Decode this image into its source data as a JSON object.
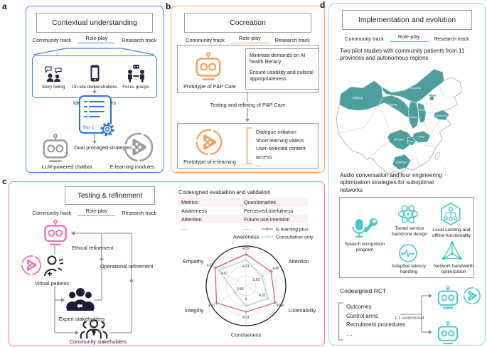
{
  "panels": {
    "a": {
      "letter": "a",
      "accent_color": "#4a7fd5",
      "title": "Contextual understanding",
      "tracks": {
        "community": "Community track",
        "roleplay": "Role-play",
        "research": "Research track"
      },
      "methods": [
        {
          "label": "Story telling",
          "icon": "storytelling-icon"
        },
        {
          "label": "On-site demonstrations",
          "icon": "smartphone-icon"
        },
        {
          "label": "Focus groups",
          "icon": "focus-group-icon"
        }
      ],
      "identifying_label": "Identifying barriers",
      "box_label": "Box 1",
      "dual_label": "Dual pronaged strategies",
      "chatbot_label": "LLM-powered chatbot",
      "elearning_label": "E-learning modules"
    },
    "b": {
      "letter": "b",
      "accent_color": "#f5a05c",
      "title": "Cocreation",
      "tracks": {
        "community": "Community track",
        "roleplay": "Role-play",
        "research": "Research track"
      },
      "prototype1_label": "Prototype of P&P Care",
      "notes": [
        "Minimize demands on AI health literacy",
        "Ensure usability and cultural appropriateness"
      ],
      "arrow_label": "Testing and refining of P&P Care",
      "prototype2_label": "Prototype of e-learning",
      "features": [
        "Dialogue initiation",
        "Short learning videos",
        "User-selected content access",
        "...."
      ]
    },
    "c": {
      "letter": "c",
      "accent_color": "#f06eb2",
      "title": "Testing & refinement",
      "tracks": {
        "community": "Community track",
        "roleplay": "Role-play",
        "research": "Research track"
      },
      "ethical_label": "Ethical refinement",
      "operational_label": "Operational refinement",
      "virtual_label": "Virtual patients",
      "expert_label": "Expert stakeholders",
      "community_label": "Community stakeholders",
      "evaluation_title": "Codesigned evaluation and validatoin",
      "table": {
        "rows": [
          [
            "Metrics",
            "Questionaries"
          ],
          [
            "Awareness",
            "Perceived usefulness"
          ],
          [
            "Attention",
            "Future use intention"
          ],
          [
            "....",
            "....."
          ]
        ]
      }
    },
    "d": {
      "letter": "d",
      "accent_color": "#49c7c8",
      "border_color": "#8edfdd",
      "map_fill": "#4d9e9c",
      "title": "Implementation and evolution",
      "tracks": {
        "community": "Community track",
        "roleplay": "Role-play",
        "research": "Research track"
      },
      "pilot_text": "Two pilot studies with community patients from 11 provinces and autonomous regions",
      "provinces": [
        "Xinjiang",
        "Inner Mongolia",
        "Gansu",
        "Shaanxi",
        "Shanxi",
        "Beijing",
        "Shandong",
        "Sichuan",
        "Chongqing",
        "Hubei",
        "Guangxi"
      ],
      "audio_text": "Audio conversation and four engineering optimization strategies for suboptimal networks",
      "strategies": [
        {
          "label": "Speech recognition program",
          "icon": "microphone-wrench-icon"
        },
        {
          "label": "Tiered service backbone design",
          "icon": "atom-icon"
        },
        {
          "label": "Local caching and offline functionality",
          "icon": "hexagon-cache-icon"
        },
        {
          "label": "Adaptive latency handling",
          "icon": "latency-icon"
        },
        {
          "label": "Network bandwidth optimization",
          "icon": "network-pyramid-icon"
        }
      ],
      "rct_title": "Codesigned RCT",
      "rct_items": [
        "Outcomes",
        "Control arms",
        "Recruitment procedures",
        "...."
      ],
      "randomized_label": "1:1 randomized"
    }
  },
  "chart_data": {
    "type": "radar",
    "categories": [
      "Awareness",
      "Attention",
      "Listenability",
      "Conciseness",
      "Integrity",
      "Empathy"
    ],
    "series": [
      {
        "name": "E-learning plus",
        "color": "#c9596b",
        "values": [
          4.59,
          4.45,
          4.69,
          4.31,
          4.71,
          4.79
        ],
        "value_labels": [
          "4.59",
          "4.45",
          "4.69",
          "4.31",
          "4.71",
          "4.79"
        ]
      },
      {
        "name": "Consultation-only",
        "color": "#a9cbe2",
        "values": [
          4.31,
          3.92,
          4.27,
          4.0,
          3.65,
          4.57
        ],
        "value_labels": [
          "4.31",
          "3.92",
          "4.27",
          "4",
          "3.65",
          "4.57"
        ]
      }
    ],
    "scale": {
      "min": 3.0,
      "max": 5.0
    },
    "legend_position": "top-right",
    "grid": "circular"
  }
}
